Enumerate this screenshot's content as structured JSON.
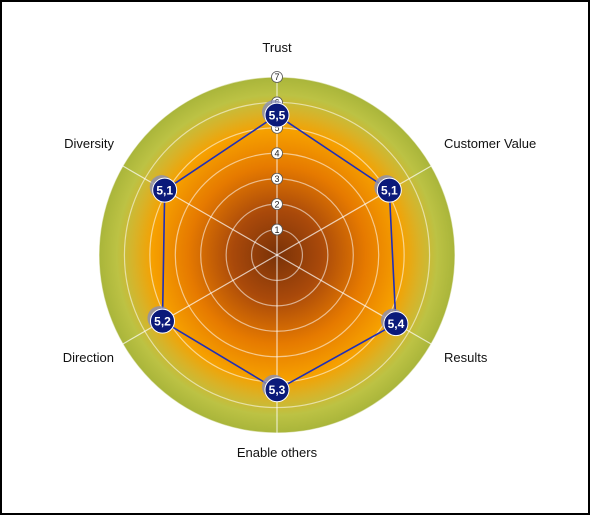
{
  "chart_data": {
    "type": "radar",
    "title": "",
    "axes": [
      "Trust",
      "Customer Value",
      "Results",
      "Enable others",
      "Direction",
      "Diversity"
    ],
    "values": [
      5.5,
      5.1,
      5.4,
      5.3,
      5.2,
      5.1
    ],
    "value_labels": [
      "5,5",
      "5,1",
      "5,4",
      "5,3",
      "5,2",
      "5,1"
    ],
    "rlim": [
      0,
      7
    ],
    "ticks": [
      1,
      2,
      3,
      4,
      5,
      6,
      7
    ],
    "tick_labels": [
      "1",
      "2",
      "3",
      "4",
      "5",
      "6",
      "7"
    ],
    "grid": true,
    "colors": {
      "center": "#7a3208",
      "mid": "#f08a00",
      "outer": "#b9c244",
      "series_line": "#1f2fb8",
      "marker": "#0b1a7a"
    }
  }
}
